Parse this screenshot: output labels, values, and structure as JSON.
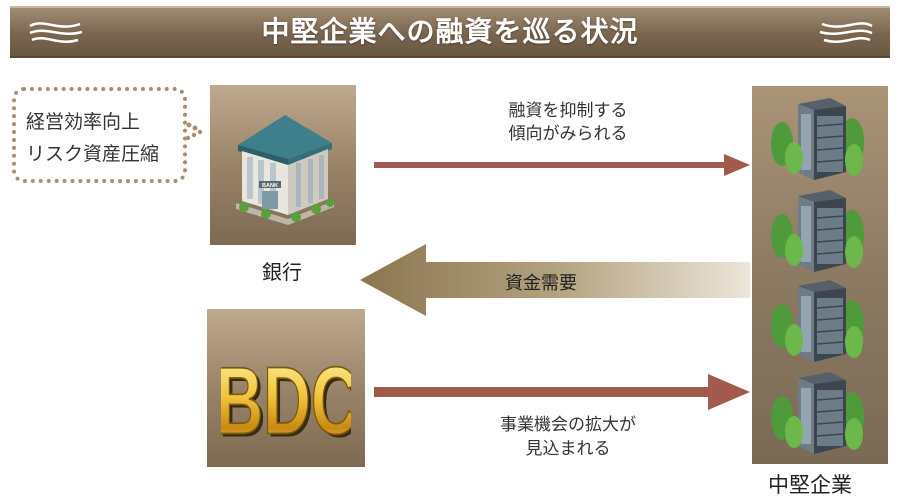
{
  "banner": {
    "title": "中堅企業への融資を巡る状況"
  },
  "bubble": {
    "line1": "経営効率向上",
    "line2": "リスク資産圧縮"
  },
  "bank": {
    "label": "銀行",
    "sign": "BANK"
  },
  "bdc": {
    "logo_text": "BDC"
  },
  "company": {
    "label": "中堅企業"
  },
  "arrows": {
    "bank_to_company": {
      "line1": "融資を抑制する",
      "line2": "傾向がみられる"
    },
    "demand": {
      "label": "資金需要"
    },
    "bdc_to_company": {
      "line1": "事業機会の拡大が",
      "line2": "見込まれる"
    }
  },
  "colors": {
    "banner": "#7a664f",
    "arrow_red": "#a35a4e",
    "arrow_gold": "#a4916a",
    "panel": "#9a8468"
  }
}
